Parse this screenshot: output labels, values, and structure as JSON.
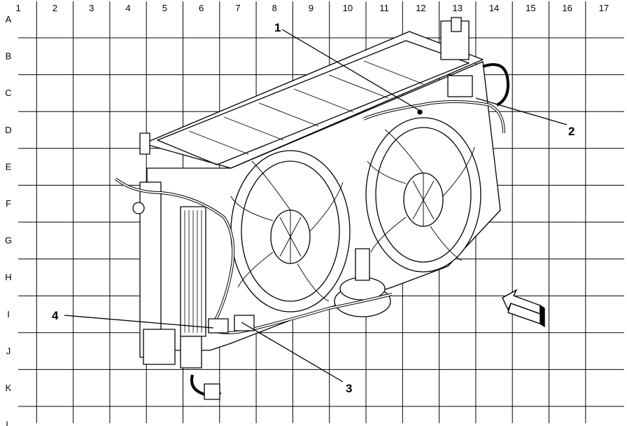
{
  "grid": {
    "columns": [
      "1",
      "2",
      "3",
      "4",
      "5",
      "6",
      "7",
      "8",
      "9",
      "10",
      "11",
      "12",
      "13",
      "14",
      "15",
      "16",
      "17"
    ],
    "rows": [
      "A",
      "B",
      "C",
      "D",
      "E",
      "F",
      "G",
      "H",
      "I",
      "J",
      "K",
      "L"
    ]
  },
  "callouts": [
    "1",
    "2",
    "3",
    "4"
  ],
  "components": {
    "radiator": "radiator-assembly",
    "fan_left": "cooling-fan-left",
    "fan_right": "cooling-fan-right",
    "direction_arrow": "front-direction-arrow-icon"
  },
  "colors": {
    "line": "#000000",
    "background": "#ffffff"
  }
}
